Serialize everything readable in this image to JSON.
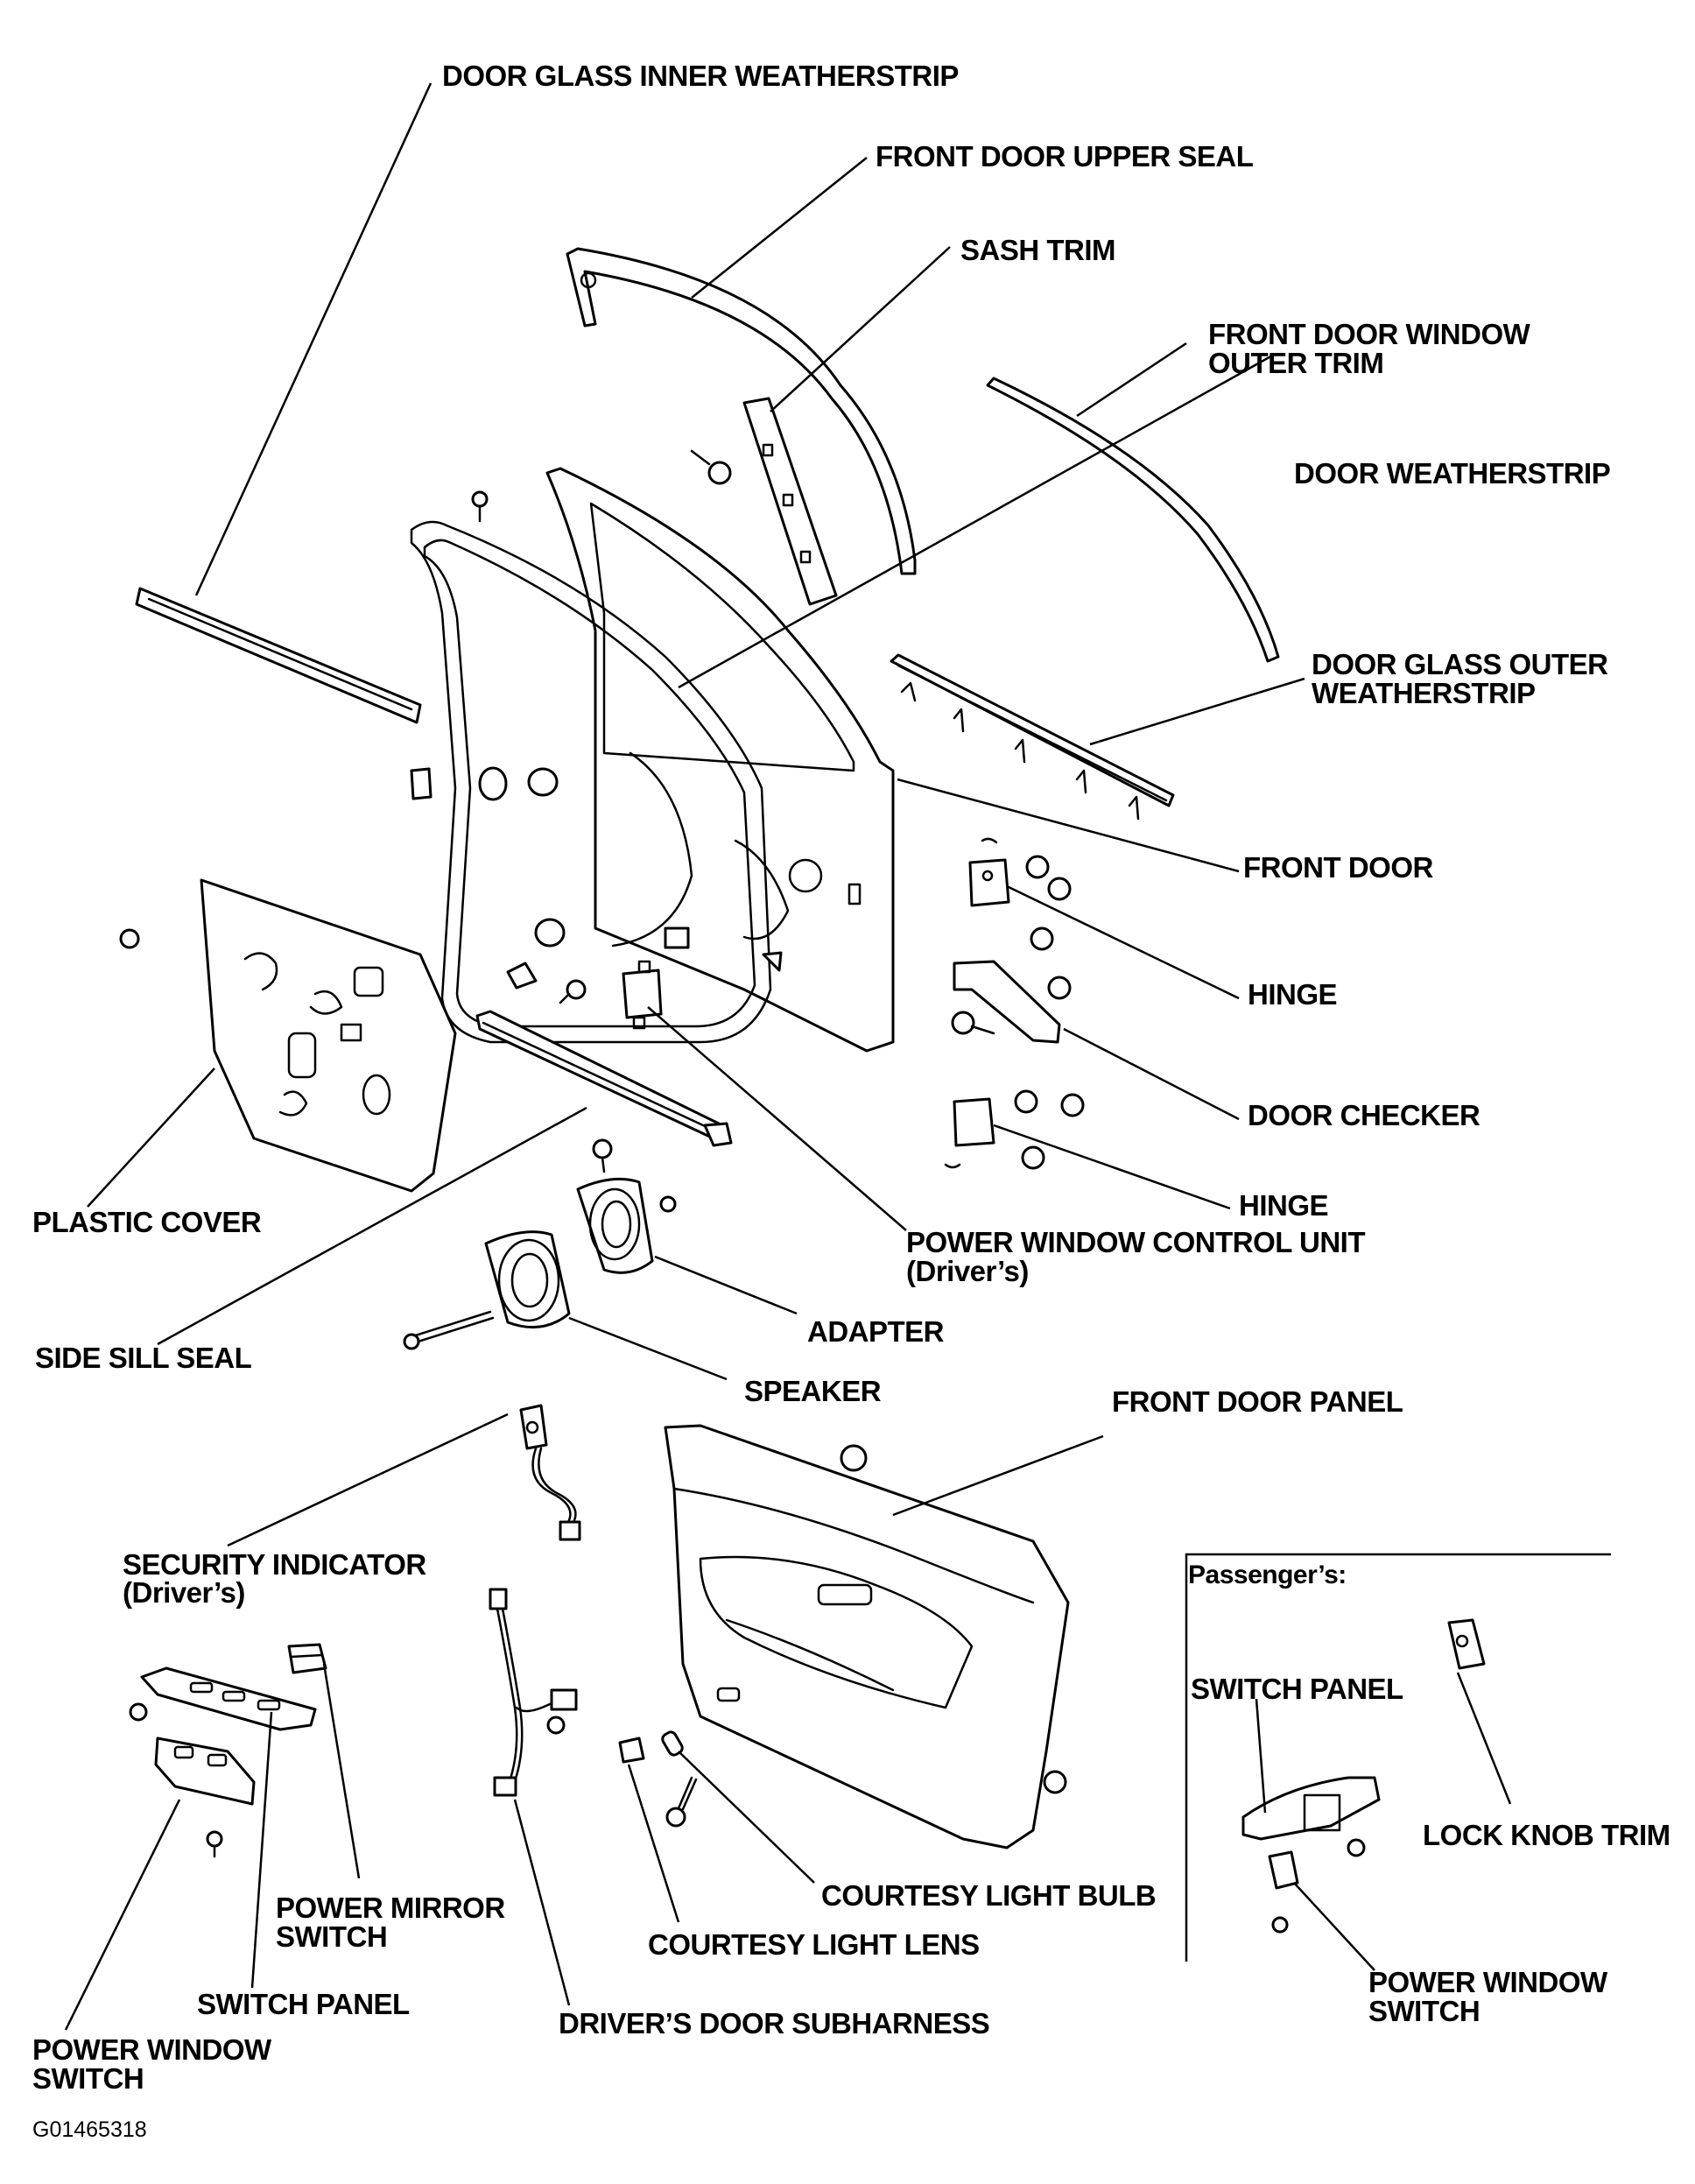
{
  "labels": {
    "door_glass_inner_weatherstrip": "DOOR GLASS INNER WEATHERSTRIP",
    "front_door_upper_seal": "FRONT DOOR UPPER SEAL",
    "sash_trim": "SASH TRIM",
    "front_door_window_outer_trim_1": "FRONT DOOR WINDOW",
    "front_door_window_outer_trim_2": "OUTER TRIM",
    "door_weatherstrip": "DOOR WEATHERSTRIP",
    "door_glass_outer_weatherstrip_1": "DOOR GLASS OUTER",
    "door_glass_outer_weatherstrip_2": "WEATHERSTRIP",
    "front_door": "FRONT DOOR",
    "hinge_upper": "HINGE",
    "door_checker": "DOOR CHECKER",
    "hinge_lower": "HINGE",
    "plastic_cover": "PLASTIC COVER",
    "power_window_control_unit_1": "POWER WINDOW CONTROL UNIT",
    "power_window_control_unit_2": "(Driver’s)",
    "adapter": "ADAPTER",
    "side_sill_seal": "SIDE SILL SEAL",
    "speaker": "SPEAKER",
    "front_door_panel": "FRONT DOOR PANEL",
    "security_indicator_1": "SECURITY INDICATOR",
    "security_indicator_2": "(Driver’s)",
    "passengers_header": "Passenger’s:",
    "switch_panel_passenger": "SWITCH PANEL",
    "lock_knob_trim": "LOCK KNOB TRIM",
    "power_mirror_switch_1": "POWER MIRROR",
    "power_mirror_switch_2": "SWITCH",
    "courtesy_light_bulb": "COURTESY LIGHT BULB",
    "courtesy_light_lens": "COURTESY LIGHT LENS",
    "switch_panel_driver": "SWITCH PANEL",
    "drivers_door_subharness": "DRIVER’S DOOR SUBHARNESS",
    "power_window_switch_passenger_1": "POWER WINDOW",
    "power_window_switch_passenger_2": "SWITCH",
    "power_window_switch_driver_1": "POWER WINDOW",
    "power_window_switch_driver_2": "SWITCH"
  },
  "figure_id": "G01465318"
}
